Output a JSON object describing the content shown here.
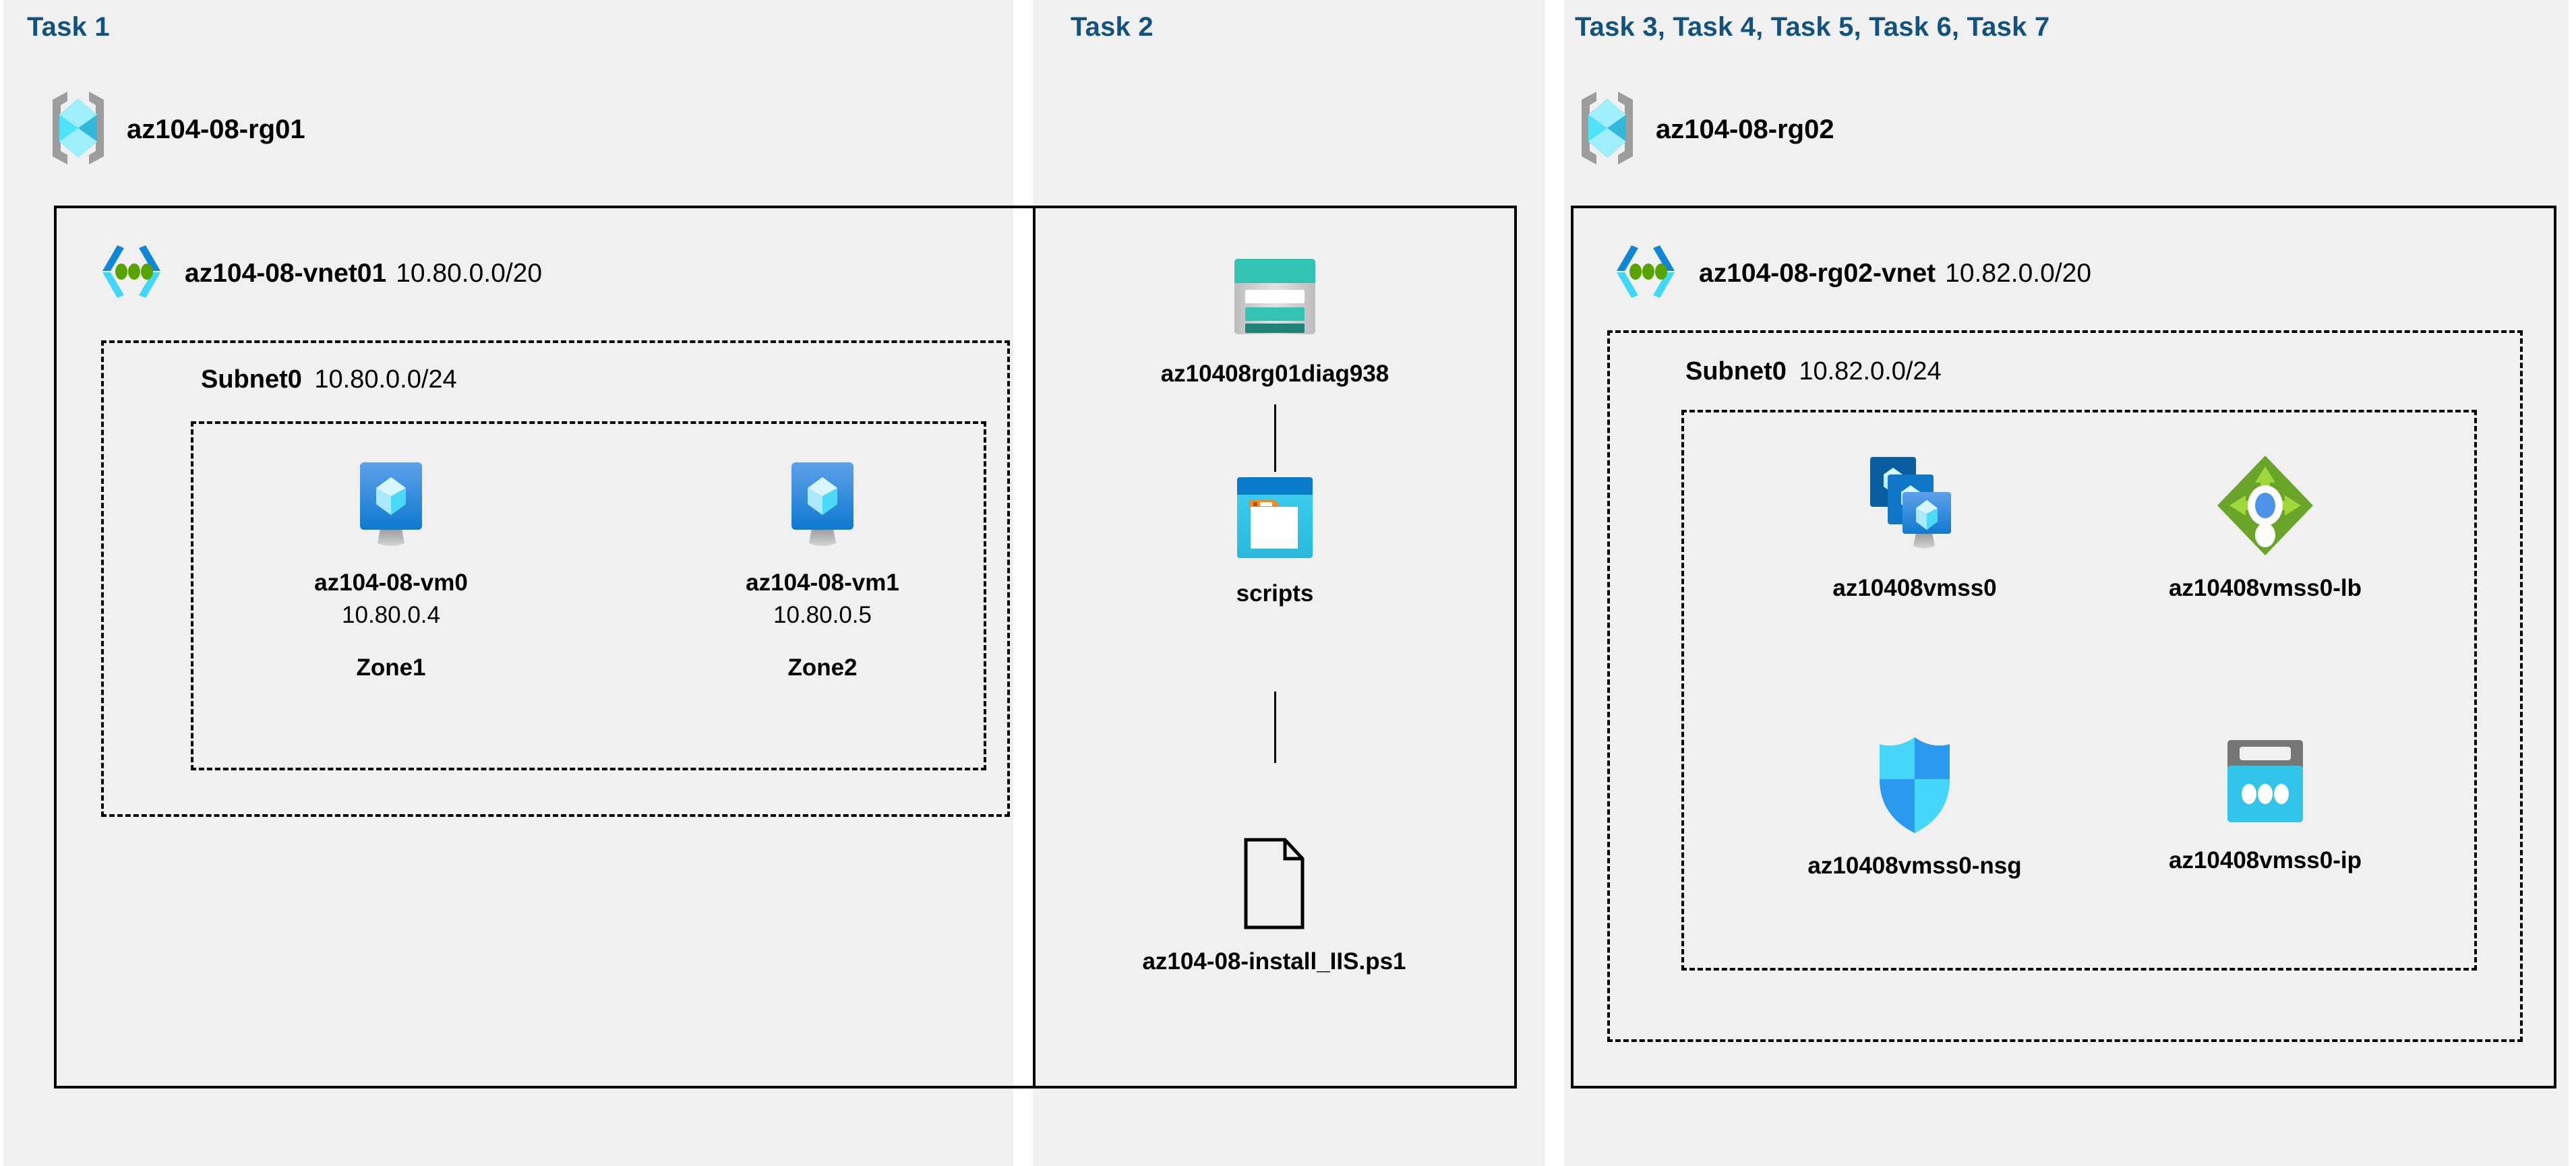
{
  "panels": [
    {
      "title": "Task 1"
    },
    {
      "title": "Task 2"
    },
    {
      "title": "Task 3, Task 4, Task 5, Task 6, Task 7"
    }
  ],
  "resource_groups": [
    {
      "name": "az104-08-rg01",
      "icon": "resource-group-icon"
    },
    {
      "name": "az104-08-rg02",
      "icon": "resource-group-icon"
    }
  ],
  "vnets": [
    {
      "name": "az104-08-vnet01",
      "cidr": "10.80.0.0/20",
      "icon": "virtual-network-icon"
    },
    {
      "name": "az104-08-rg02-vnet",
      "cidr": "10.82.0.0/20",
      "icon": "virtual-network-icon"
    }
  ],
  "subnets": [
    {
      "name": "Subnet0",
      "cidr": "10.80.0.0/24"
    },
    {
      "name": "Subnet0",
      "cidr": "10.82.0.0/24"
    }
  ],
  "virtual_machines": [
    {
      "name": "az104-08-vm0",
      "ip": "10.80.0.4",
      "zone": "Zone1",
      "icon": "virtual-machine-icon"
    },
    {
      "name": "az104-08-vm1",
      "ip": "10.80.0.5",
      "zone": "Zone2",
      "icon": "virtual-machine-icon"
    }
  ],
  "storage": {
    "account": {
      "name": "az10408rg01diag938",
      "icon": "storage-account-icon"
    },
    "container": {
      "name": "scripts",
      "icon": "blob-container-icon"
    },
    "file": {
      "name": "az104-08-install_IIS.ps1",
      "icon": "script-file-icon"
    }
  },
  "vmss_resources": [
    {
      "name": "az10408vmss0",
      "icon": "vm-scale-set-icon"
    },
    {
      "name": "az10408vmss0-lb",
      "icon": "load-balancer-icon"
    },
    {
      "name": "az10408vmss0-nsg",
      "icon": "network-security-group-icon"
    },
    {
      "name": "az10408vmss0-ip",
      "icon": "public-ip-address-icon"
    }
  ],
  "colors": {
    "task_title": "#13517f",
    "panel_background": "#f0f0f0",
    "page_background": "#ffffff",
    "border": "#000000",
    "azure_blue": "#0078d4",
    "cyan": "#32c8f0",
    "teal": "#30c3b0",
    "green": "#6bb32e",
    "orange": "#f08a22",
    "gray": "#9d9d9d"
  }
}
